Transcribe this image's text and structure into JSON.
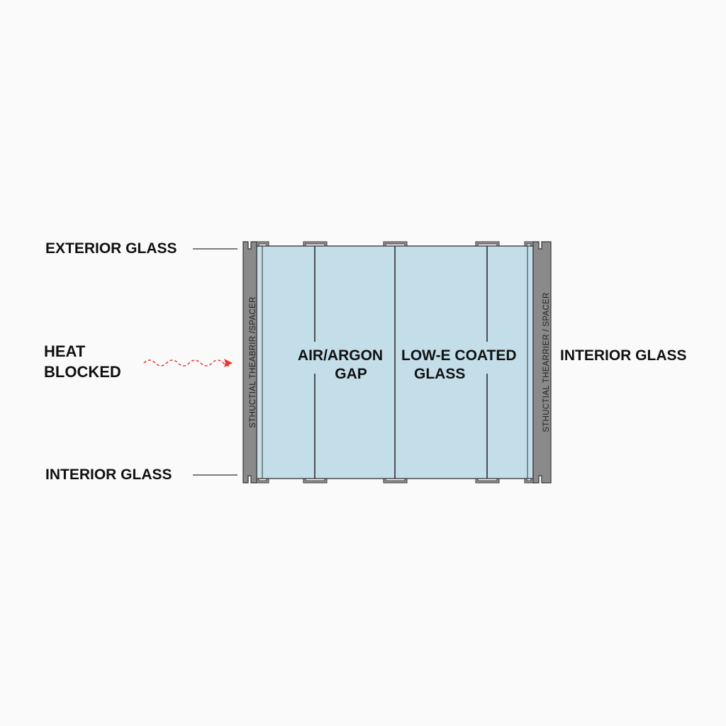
{
  "labels": {
    "exterior_glass": "EXTERIOR GLASS",
    "interior_glass_bottom": "INTERIOR GLASS",
    "interior_glass_right": "INTERIOR GLASS",
    "heat_line1": "HEAT",
    "heat_line2": "BLOCKED",
    "gap_line1": "AIR/ARGON",
    "gap_line2": "GAP",
    "lowe_line1": "LOW-E COATED",
    "lowe_line2": "GLASS",
    "spacer_left": "STHUCTIAL THEABRIR /SPACER",
    "spacer_right": "STHUCTIAL THEARRIER / SPACER"
  },
  "colors": {
    "glass": "#c3dde9",
    "frame": "#8a8a8a",
    "heat_arrow": "#e53935"
  }
}
